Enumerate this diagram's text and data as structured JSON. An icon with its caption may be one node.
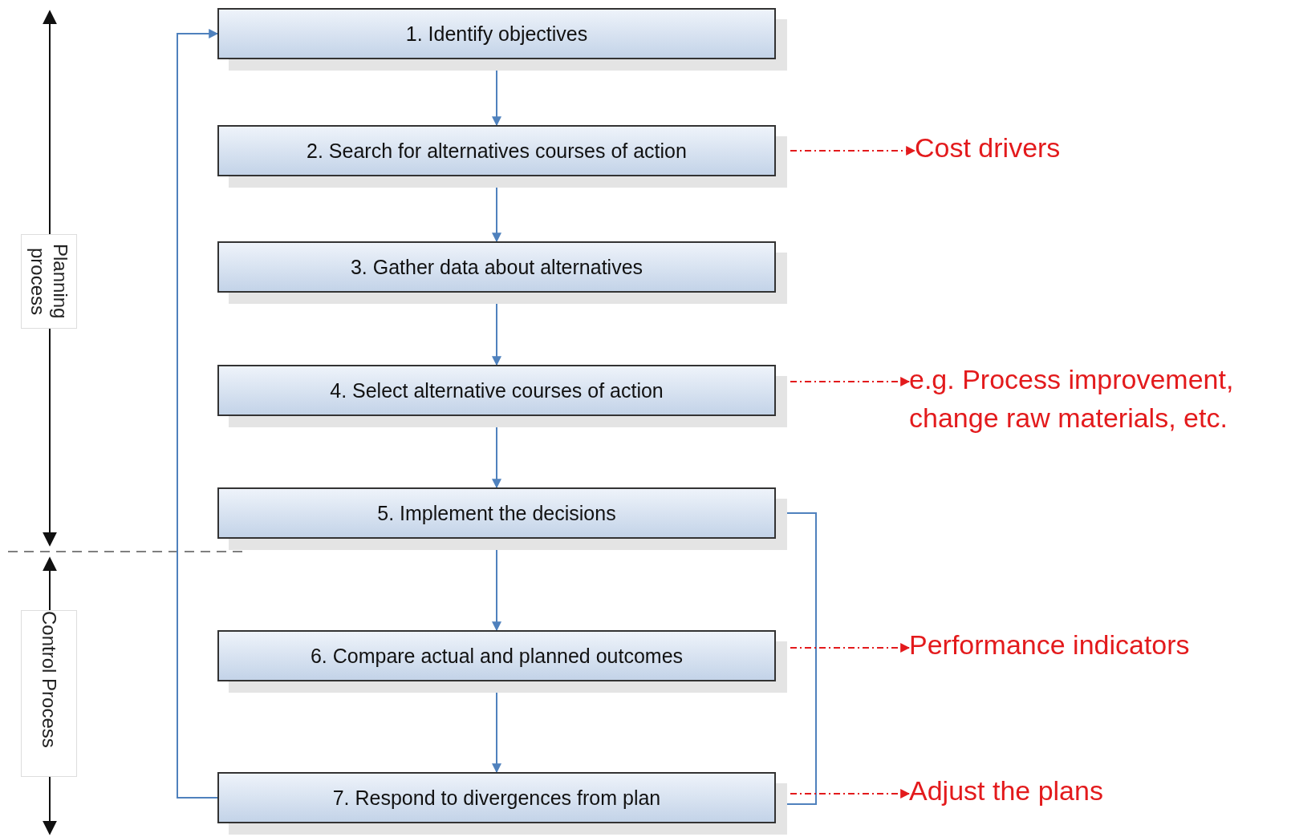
{
  "diagram": {
    "nodes": [
      {
        "text": [
          "1. Identify objectives"
        ]
      },
      {
        "text": [
          "2. Search for alternatives courses of action"
        ]
      },
      {
        "text": [
          "3. Gather data about alternatives"
        ]
      },
      {
        "text": [
          "4. Select alternative courses of action"
        ]
      },
      {
        "text": [
          "5. Implement the decisions"
        ]
      },
      {
        "text": [
          "6. Compare actual and planned outcomes"
        ]
      },
      {
        "text": [
          "7. Respond to divergences from plan"
        ]
      },
      {
        "text": [
          "Cost drivers"
        ]
      },
      {
        "text": [
          "e.g. Process improvement, change raw materials, etc."
        ]
      },
      {
        "text": [
          "Performance indicators"
        ]
      },
      {
        "text": [
          "Adjust the plans"
        ]
      }
    ],
    "edges": [
      {
        "from": 0,
        "to": 1,
        "arrow": "to"
      },
      {
        "from": 1,
        "to": 2,
        "arrow": "to"
      },
      {
        "from": 2,
        "to": 3,
        "arrow": "to"
      },
      {
        "from": 3,
        "to": 4,
        "arrow": "to"
      },
      {
        "from": 4,
        "to": 5,
        "arrow": "to"
      },
      {
        "from": 5,
        "to": 6,
        "arrow": "to"
      },
      {
        "from": 6,
        "to": 0,
        "arrow": "to"
      },
      {
        "from": 6,
        "to": 4,
        "arrow": "to"
      },
      {
        "from": 1,
        "to": 7,
        "arrow": "to",
        "style": "dashed",
        "color": "#e31a1c"
      },
      {
        "from": 3,
        "to": 8,
        "arrow": "to",
        "style": "dashed",
        "color": "#e31a1c"
      },
      {
        "from": 5,
        "to": 9,
        "arrow": "to",
        "style": "dashed",
        "color": "#e31a1c"
      },
      {
        "from": 6,
        "to": 10,
        "arrow": "to",
        "style": "dashed",
        "color": "#e31a1c"
      }
    ],
    "labels": [
      "Planning process",
      "Control Process"
    ]
  }
}
